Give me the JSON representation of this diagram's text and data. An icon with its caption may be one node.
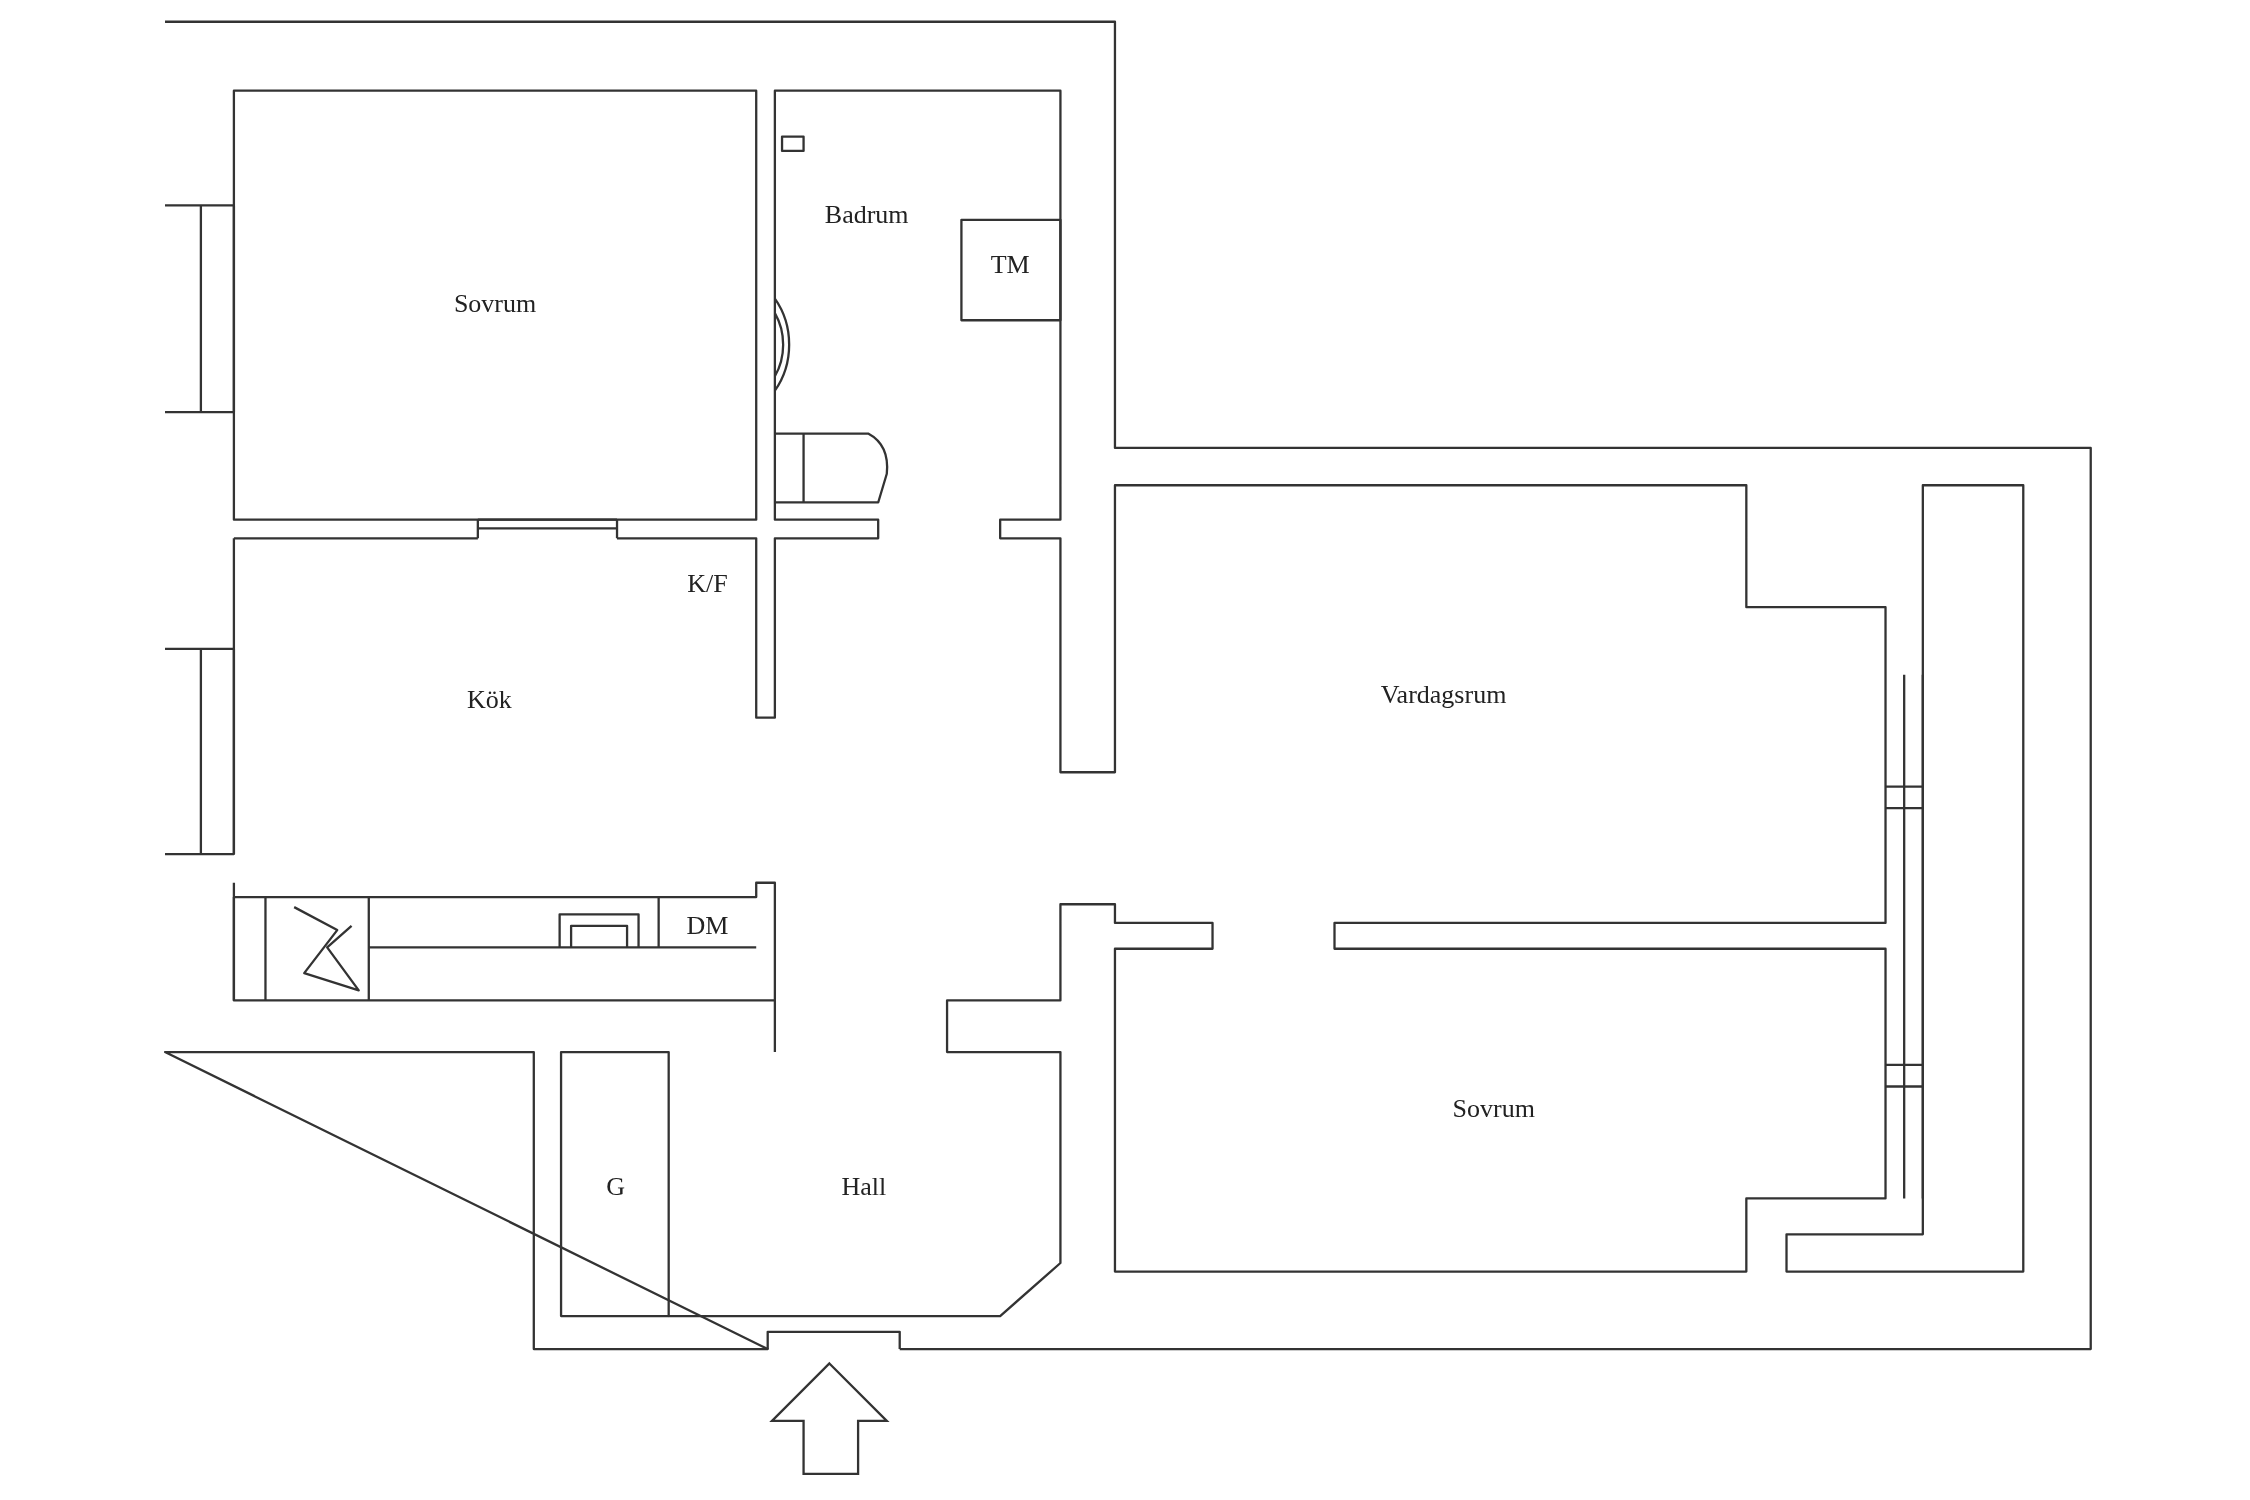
{
  "diagram": {
    "labels": [
      "Badrum",
      "TM",
      "Sovrum",
      "K/F",
      "Vardagsrum",
      "Kök",
      "DM",
      "Sovrum",
      "G",
      "Hall"
    ]
  }
}
